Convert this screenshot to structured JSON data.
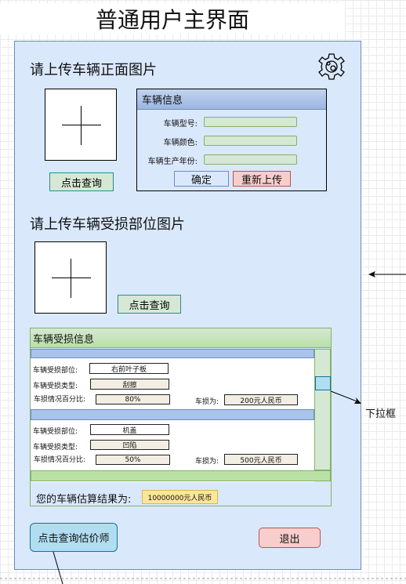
{
  "page_title": "普通用户主界面",
  "upload_front": {
    "heading": "请上传车辆正面图片",
    "query_button": "点击查询"
  },
  "vehicle_info": {
    "title": "车辆信息",
    "fields": [
      {
        "label": "车辆型号:",
        "value": ""
      },
      {
        "label": "车辆颜色:",
        "value": ""
      },
      {
        "label": "车辆生产年份:",
        "value": ""
      }
    ],
    "confirm_button": "确定",
    "reupload_button": "重新上传"
  },
  "upload_damage": {
    "heading": "请上传车辆受损部位图片",
    "query_button": "点击查询"
  },
  "damage_info": {
    "title": "车辆受损信息",
    "part_label": "车辆受损部位:",
    "type_label": "车辆受损类型:",
    "percent_label": "车损情况百分比:",
    "loss_label": "车损为:",
    "items": [
      {
        "part": "右前叶子板",
        "type": "刮擦",
        "percent": "80%",
        "loss": "200元人民币"
      },
      {
        "part": "机盖",
        "type": "凹陷",
        "percent": "50%",
        "loss": "500元人民币"
      }
    ],
    "estimate_label": "您的车辆估算结果为:",
    "estimate_value": "10000000元人民币"
  },
  "appraiser_button": "点击查询估价师",
  "exit_button": "退出",
  "annotation_dropdown": "下拉框",
  "colors": {
    "panel_bg": "#dae8fc",
    "panel_border": "#6c8ebf",
    "green": "#d5e8d4",
    "red": "#f8cecc",
    "estimate": "#ffe599"
  }
}
